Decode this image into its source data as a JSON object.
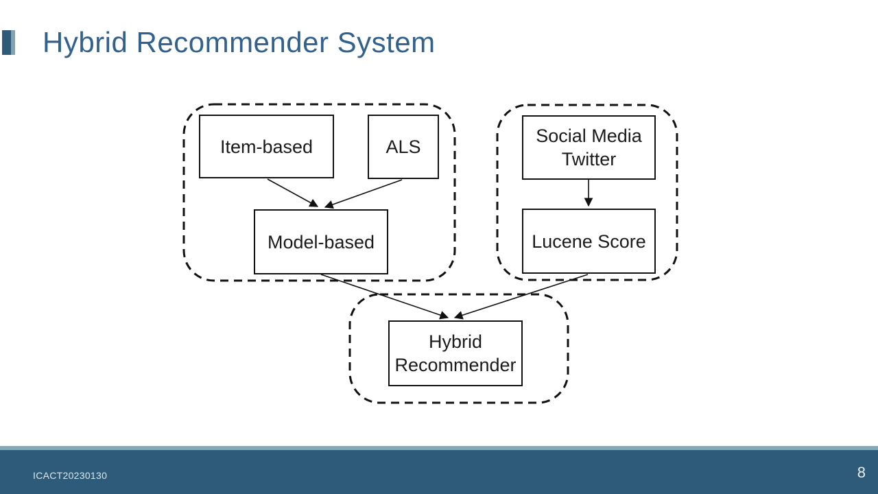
{
  "slide": {
    "title": "Hybrid Recommender System",
    "title_color": "#31618C",
    "bullet_colors": {
      "dark": "#2F5A78",
      "light": "#7FA3B2"
    }
  },
  "diagram": {
    "groups": [
      {
        "id": "collaborative-group",
        "style": "dashed-rounded"
      },
      {
        "id": "social-group",
        "style": "dashed-rounded"
      },
      {
        "id": "hybrid-group",
        "style": "dashed-rounded"
      }
    ],
    "nodes": {
      "item_based": {
        "label": "Item-based"
      },
      "als": {
        "label": "ALS"
      },
      "model_based": {
        "label": "Model-based"
      },
      "social_media": {
        "label": "Social Media Twitter"
      },
      "lucene": {
        "label": "Lucene Score"
      },
      "hybrid": {
        "label": "Hybrid Recommender"
      }
    },
    "edges": [
      {
        "from": "item_based",
        "to": "model_based"
      },
      {
        "from": "als",
        "to": "model_based"
      },
      {
        "from": "social_media",
        "to": "lucene"
      },
      {
        "from": "model_based",
        "to": "hybrid"
      },
      {
        "from": "lucene",
        "to": "hybrid"
      }
    ]
  },
  "footer": {
    "conference_id": "ICACT20230130",
    "page_number": "8",
    "bar_color": "#2E5B7A",
    "strip_color": "#87A9B6"
  }
}
